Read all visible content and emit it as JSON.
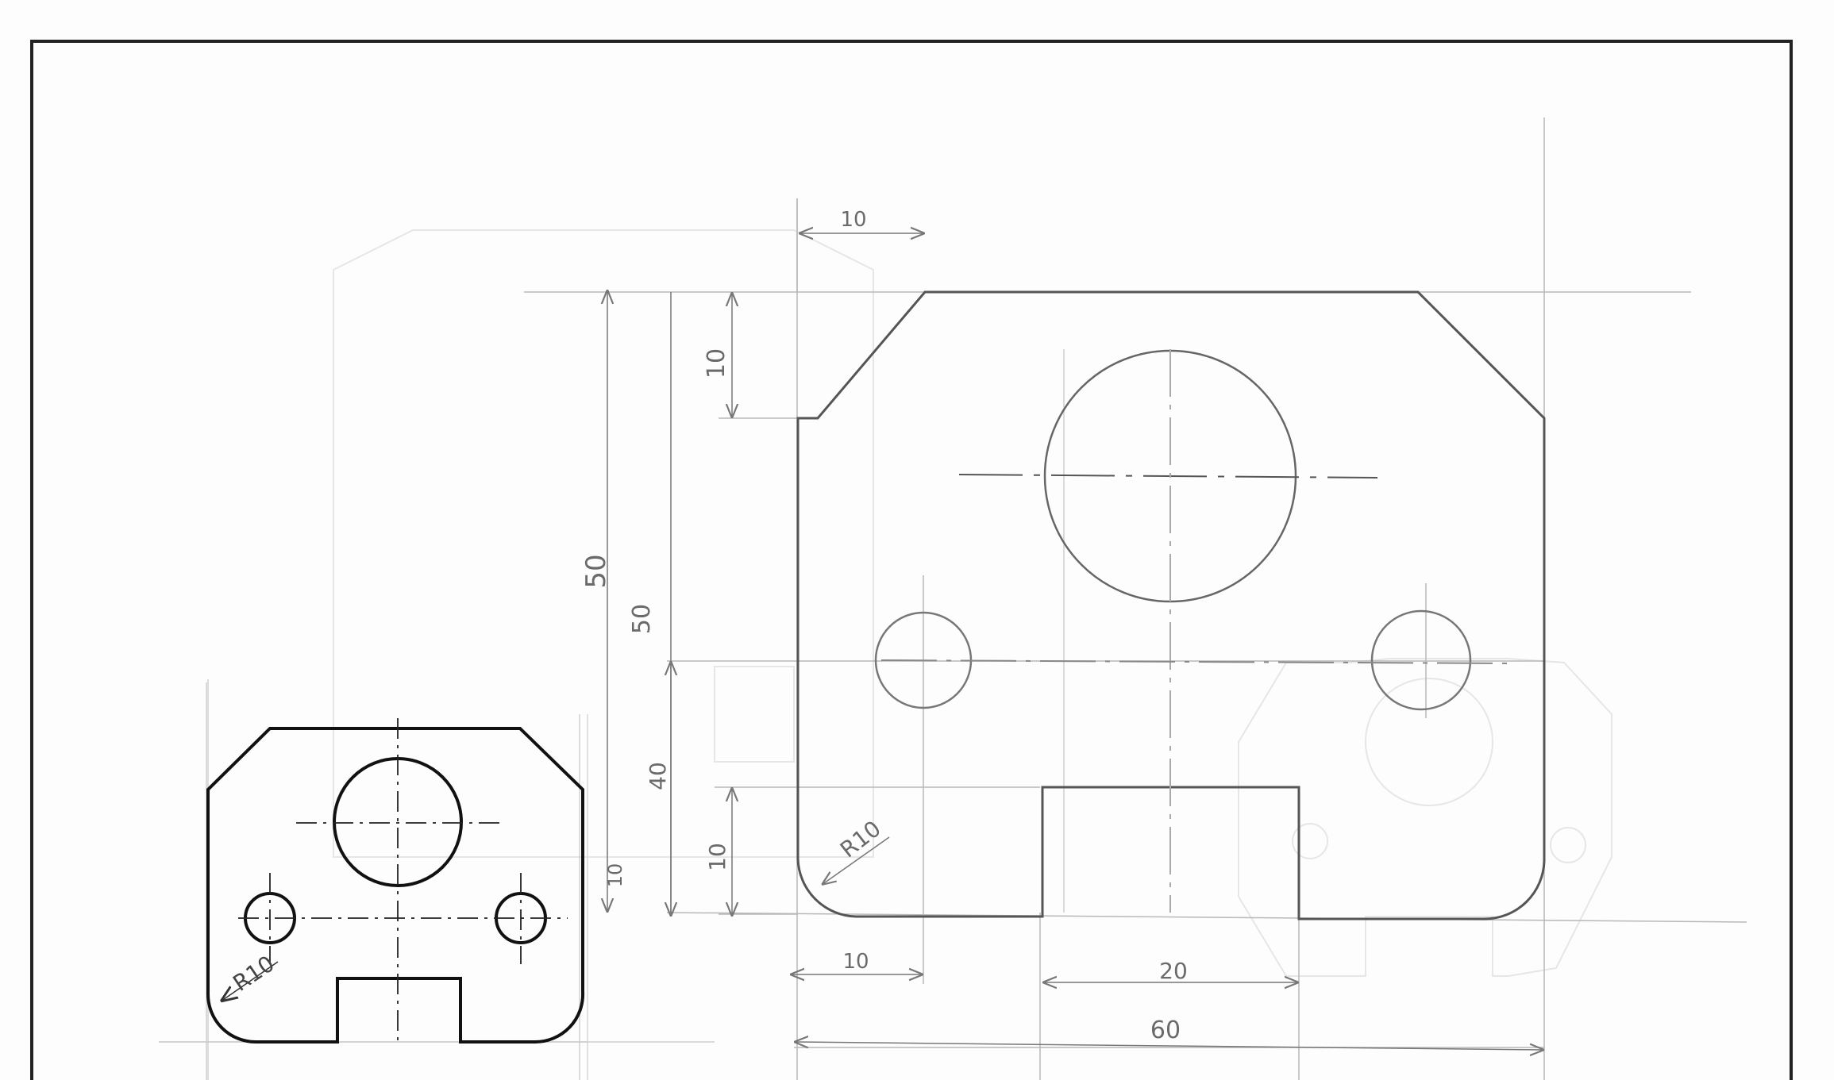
{
  "drawing": {
    "main_view": {
      "dimensions": {
        "top_chamfer_width": "10",
        "chamfer_height": "10",
        "overall_height": "50",
        "hidden_height": "50",
        "hole_center_height": "40",
        "slot_depth": "10",
        "bottom_offset": "10",
        "hole_center_offset": "10",
        "slot_width": "20",
        "overall_width": "60",
        "corner_radius": "R10"
      }
    },
    "small_view": {
      "corner_radius": "R10"
    }
  }
}
